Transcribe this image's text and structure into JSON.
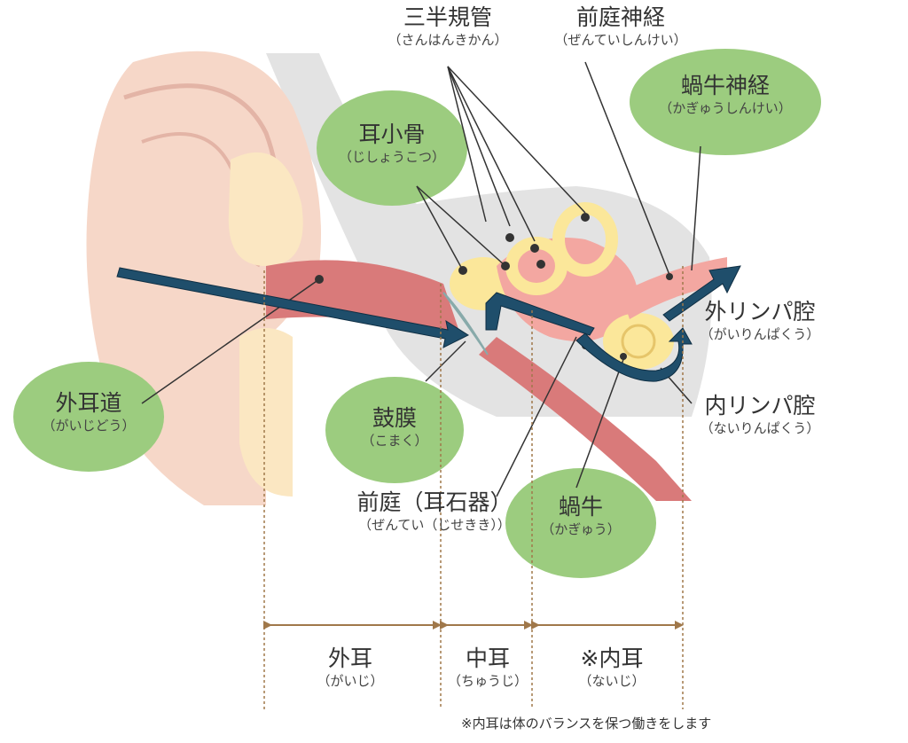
{
  "labels": {
    "semicircular": {
      "main": "三半規管",
      "sub": "（さんはんきかん）"
    },
    "vestibular_nerve": {
      "main": "前庭神経",
      "sub": "（ぜんていしんけい）"
    },
    "cochlear_nerve": {
      "main": "蝸牛神経",
      "sub": "（かぎゅうしんけい）"
    },
    "ossicles": {
      "main": "耳小骨",
      "sub": "（じしょうこつ）"
    },
    "perilymph": {
      "main": "外リンパ腔",
      "sub": "（がいりんぱくう）"
    },
    "endolymph": {
      "main": "内リンパ腔",
      "sub": "（ないりんぱくう）"
    },
    "ear_canal": {
      "main": "外耳道",
      "sub": "（がいじどう）"
    },
    "eardrum": {
      "main": "鼓膜",
      "sub": "（こまく）"
    },
    "vestibule": {
      "main": "前庭（耳石器）",
      "sub": "（ぜんてい（じせきき））"
    },
    "cochlea": {
      "main": "蝸牛",
      "sub": "（かぎゅう）"
    }
  },
  "sections": [
    {
      "main": "外耳",
      "sub": "（がいじ）"
    },
    {
      "main": "中耳",
      "sub": "（ちゅうじ）"
    },
    {
      "main": "※内耳",
      "sub": "（ないじ）"
    }
  ],
  "footnote": "※内耳は体のバランスを保つ働きをします",
  "colors": {
    "bubble": "#9ccc7f",
    "skin": "#f6d7c8",
    "canal": "#d97a7a",
    "arrow": "#1f4e6b",
    "inner_yellow": "#fbe79a",
    "divider": "#a0784a",
    "bone": "#e3e3e3"
  }
}
